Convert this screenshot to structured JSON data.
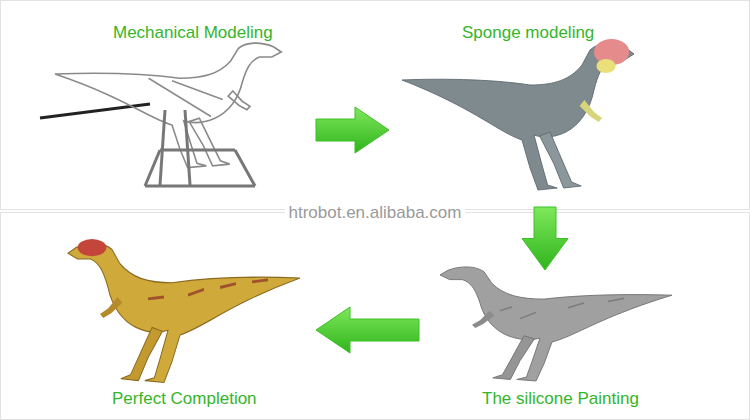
{
  "diagram": {
    "nodes": [
      {
        "text": [
          "Mechanical Modeling"
        ]
      },
      {
        "text": [
          "Sponge modeling"
        ]
      },
      {
        "text": [
          "Perfect Completion"
        ]
      },
      {
        "text": [
          "The silicone Painting"
        ]
      }
    ],
    "edges": [
      {
        "from": 0,
        "to": 1,
        "arrow": "to"
      },
      {
        "from": 1,
        "to": 3,
        "arrow": "to"
      },
      {
        "from": 3,
        "to": 2,
        "arrow": "to"
      }
    ],
    "labels": [
      "htrobot.en.alibaba.com"
    ]
  }
}
